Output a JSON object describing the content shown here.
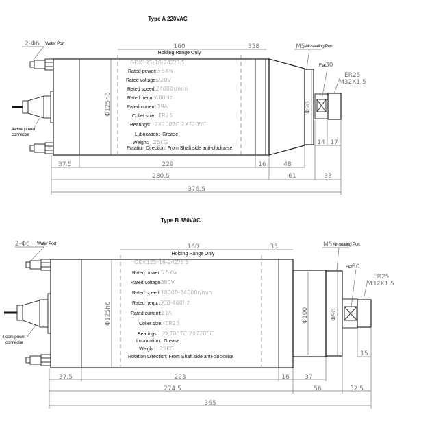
{
  "drawings": [
    {
      "title": "Type A 220VAC",
      "water_port": {
        "code": "2-Φ6",
        "label": "Water Port"
      },
      "power_connector": {
        "line1": "4-core power",
        "line2": "connector"
      },
      "air_port": {
        "code": "M5",
        "label": "Air-sealing Port"
      },
      "flat": {
        "label": "Flat",
        "value": "30"
      },
      "collet_thread": {
        "line1": "ER25",
        "line2": "M32X1.5"
      },
      "holding_range": {
        "value": "160",
        "label": "Holding Range Only"
      },
      "diameters": {
        "body": "Φ125h6",
        "nose": "Φ98"
      },
      "model": "GDK125-18-24Z/5.5",
      "specs": [
        {
          "label": "Rated power:",
          "value": "5.5Kw"
        },
        {
          "label": "Rated voltage:",
          "value": "220V"
        },
        {
          "label": "Rated speed:",
          "value": "24000r/min"
        },
        {
          "label": "Rated frequ.:",
          "value": "400Hz"
        },
        {
          "label": "Rated current:",
          "value": "19A"
        },
        {
          "label": "Collet size:",
          "value": "ER25"
        },
        {
          "label": "Bearings:",
          "value": "2X7007C  2X7205C"
        },
        {
          "label": "Lubrication:",
          "value": "Grease"
        },
        {
          "label": "Weight:",
          "value": "25KG"
        }
      ],
      "rotation": "Rotation Direction: From Shaft side anti-clockwise",
      "dims": {
        "top_right": "358",
        "d14": "14",
        "d17": "17",
        "d37_5": "37.5",
        "d229": "229",
        "d16": "16",
        "d48": "48",
        "d280_5": "280.5",
        "d61": "61",
        "d33": "33",
        "d376_5": "376.5"
      }
    },
    {
      "title": "Type B 380VAC",
      "water_port": {
        "code": "2-Φ6",
        "label": "Water Port"
      },
      "power_connector": {
        "line1": "4-core power",
        "line2": "connector"
      },
      "air_port": {
        "code": "M5",
        "label": "Air-sealing Port"
      },
      "flat": {
        "label": "Flat",
        "value": "30"
      },
      "collet_thread": {
        "line1": "ER25",
        "line2": "M32X1.5"
      },
      "holding_range": {
        "value": "160",
        "label": "Holding Range Only"
      },
      "diameters": {
        "body": "Φ125h6",
        "mid": "Φ100",
        "nose": "Φ98"
      },
      "model": "GDK125-18-24Z/5.5",
      "specs": [
        {
          "label": "Rated power:",
          "value": "5.5Kw"
        },
        {
          "label": "Rated voltage",
          "value": "380V"
        },
        {
          "label": "Rated speed:",
          "value": "18000-24000r/min"
        },
        {
          "label": "Rated frequ.:",
          "value": "300-400Hz"
        },
        {
          "label": "Rated current:",
          "value": "11A"
        },
        {
          "label": "Collet size:",
          "value": "ER25"
        },
        {
          "label": "Bearings:",
          "value": "2X7007C  2X7205C"
        },
        {
          "label": "Lubrication:",
          "value": "Grease"
        },
        {
          "label": "Weight:",
          "value": "25KG"
        }
      ],
      "rotation": "Rotation Direction: From Shaft side anti-clockwise",
      "dims": {
        "top_right": "35",
        "d15": "15",
        "d37_5": "37.5",
        "d223": "223",
        "d16": "16",
        "d37": "37",
        "d274_5": "274.5",
        "d56": "56",
        "d32_5": "32.5",
        "d365": "365"
      }
    }
  ]
}
